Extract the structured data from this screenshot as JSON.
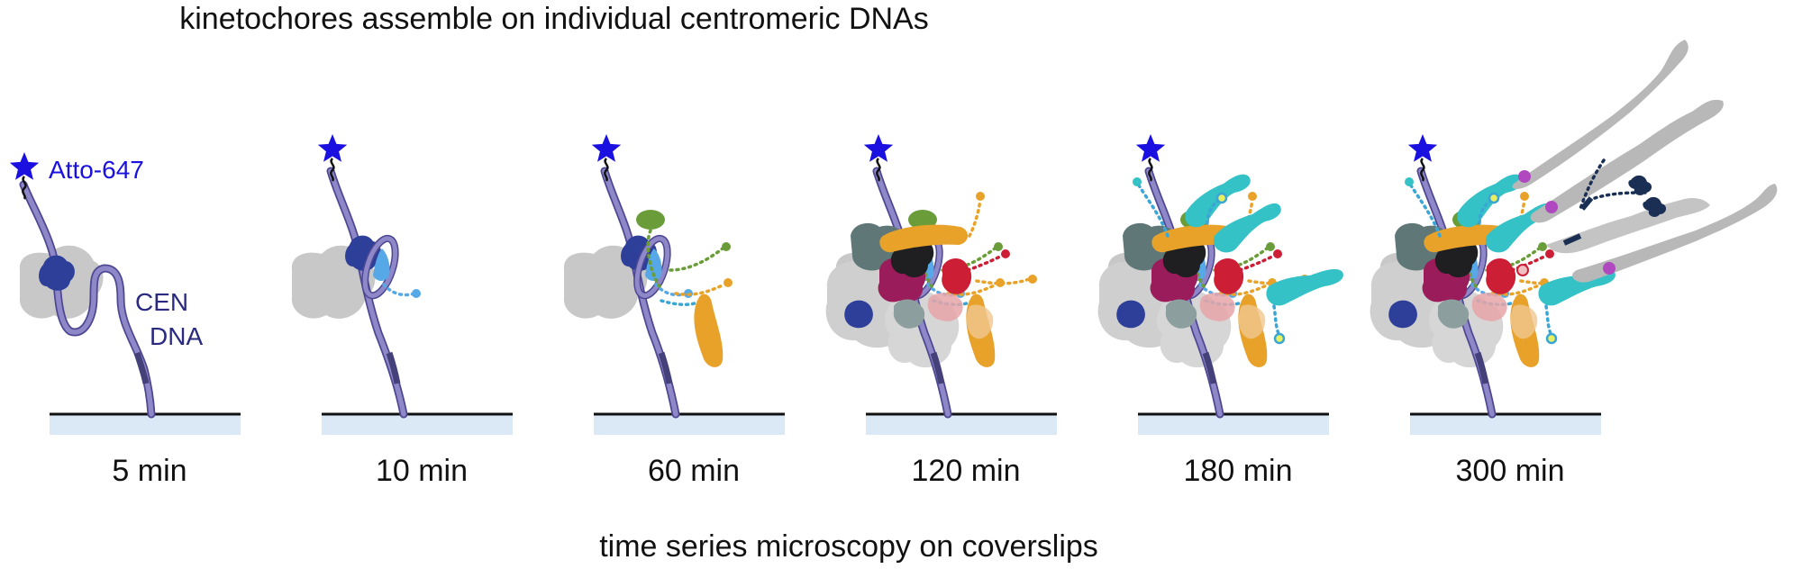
{
  "title": "kinetochores assemble on individual centromeric DNAs",
  "caption": "time series microscopy on coverslips",
  "labels": {
    "fluorophore": "Atto-647",
    "cen_line1": "CEN",
    "cen_line2": "DNA"
  },
  "panels": [
    {
      "time": "5 min"
    },
    {
      "time": "10 min"
    },
    {
      "time": "60 min"
    },
    {
      "time": "120 min"
    },
    {
      "time": "180 min"
    },
    {
      "time": "300 min"
    }
  ],
  "colors": {
    "star": "#1a10e0",
    "dna": "#8f88c8",
    "dna_outline": "#4e4792",
    "label_blue": "#1a10e0",
    "cen_text": "#2a2a80",
    "coverslip": "#dbe9f6",
    "baseline": "#111111",
    "gray_complex": "#c8c8c8",
    "navy": "#2e3f9a",
    "light_blue": "#56a8e6",
    "green": "#6b9c3a",
    "orange": "#e8a22a",
    "red": "#cc1f36",
    "magenta": "#9a1c5a",
    "black_blob": "#1f1f22",
    "slate": "#5f7877",
    "teal": "#35c2c6",
    "purple": "#b048c0",
    "fiber_gray": "#b8b8b8",
    "dark_navy": "#1b2f55"
  }
}
